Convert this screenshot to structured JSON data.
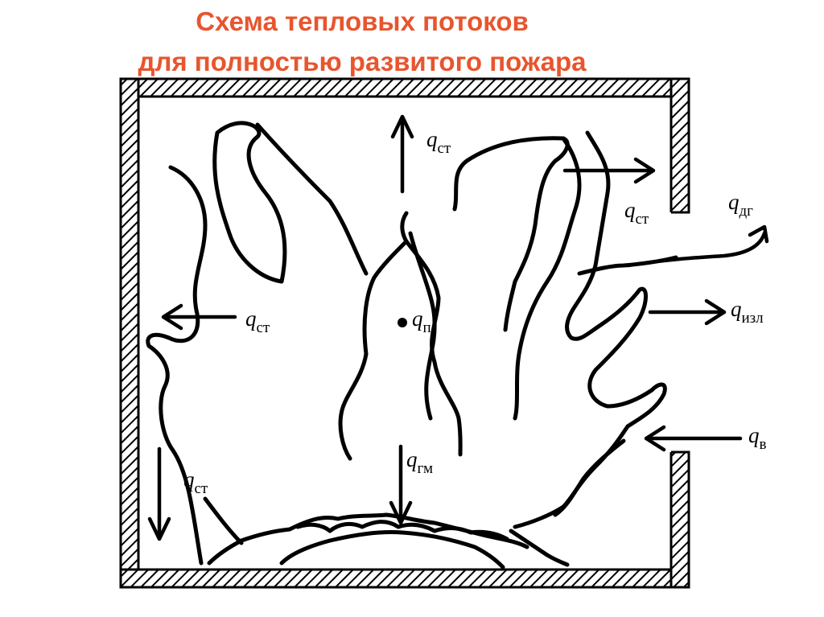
{
  "title": {
    "line1": "Схема тепловых потоков",
    "line2": "для полностью развитого пожара"
  },
  "colors": {
    "title": "#e8552e",
    "ink": "#000000",
    "background": "#ffffff"
  },
  "labels": {
    "q_symbol": "q",
    "top_wall": "ст",
    "right_upper_wall": "ст",
    "smoke_gases": "дг",
    "radiation": "изл",
    "flame_point": "п",
    "left_wall": "ст",
    "fuel_surface": "гм",
    "left_lower_wall": "ст",
    "air_inflow": "в"
  }
}
